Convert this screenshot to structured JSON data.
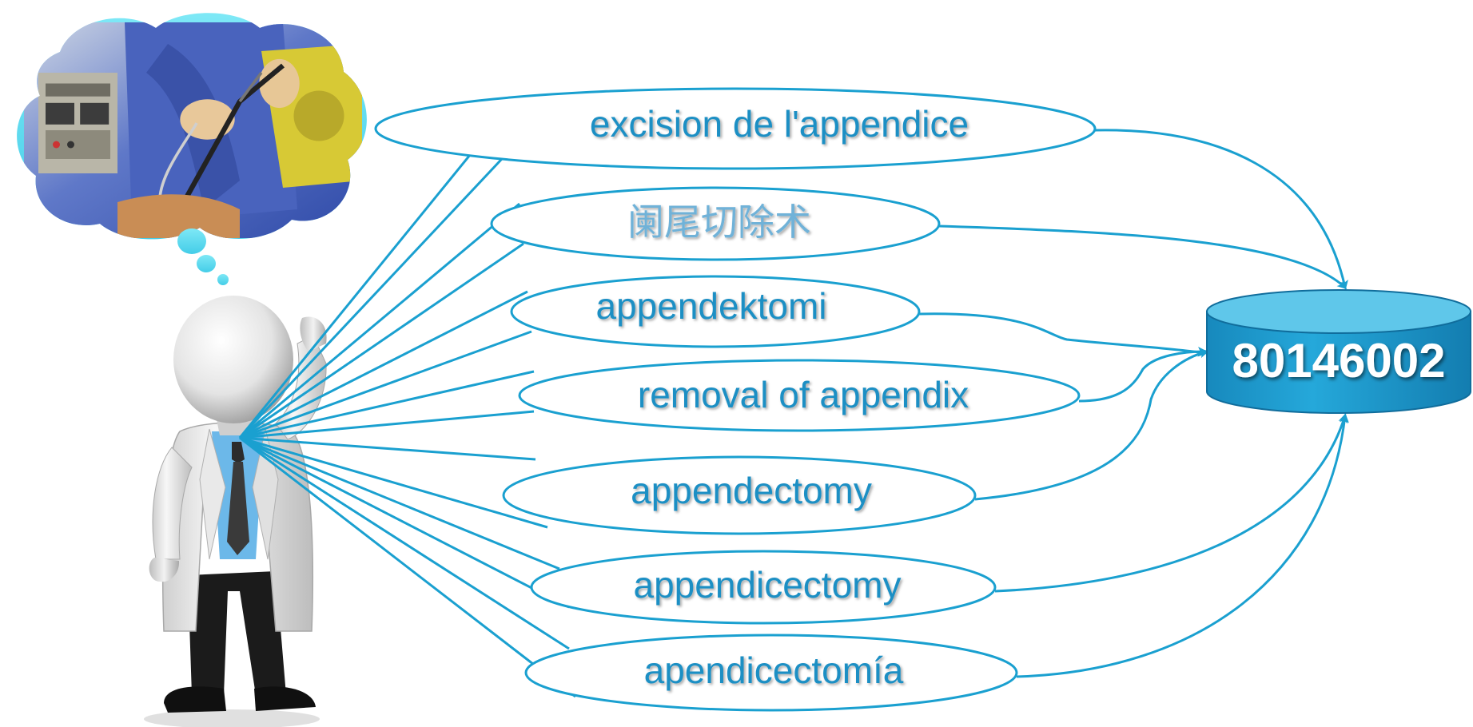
{
  "terms": [
    {
      "label": "excision de l'appendice"
    },
    {
      "label": "阑尾切除术",
      "lang": "zh"
    },
    {
      "label": "appendektomi"
    },
    {
      "label": "removal of appendix"
    },
    {
      "label": "appendectomy"
    },
    {
      "label": "appendicectomy"
    },
    {
      "label": "apendicectomía"
    }
  ],
  "concept": {
    "code": "80146002"
  },
  "colors": {
    "line": "#1aa0d0",
    "database_top": "#5cc6ea",
    "database_body": "#1e9fd2",
    "term_text": "#1b8fc4"
  },
  "icons": {
    "person": "doctor-thinking-figure-icon",
    "thought": "thought-cloud-icon",
    "surgery_photo": "laparoscopic-surgery-photo",
    "database": "database-cylinder-icon"
  }
}
